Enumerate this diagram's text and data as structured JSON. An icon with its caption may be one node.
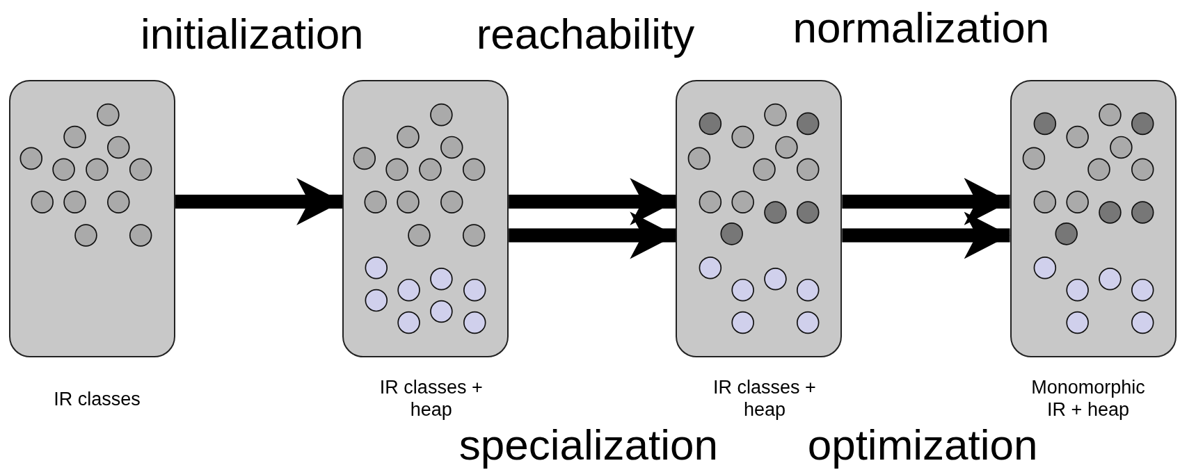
{
  "diagram": {
    "nodes": [
      {
        "text": [],
        "shape": "box",
        "beside": [
          "IR classes"
        ]
      },
      {
        "text": [],
        "shape": "box",
        "beside": [
          "IR classes + heap"
        ]
      },
      {
        "text": [],
        "shape": "box",
        "beside": [
          "IR classes + heap"
        ]
      },
      {
        "text": [],
        "shape": "box",
        "beside": [
          "Monomorphic IR + heap"
        ]
      }
    ],
    "edges": [
      {
        "from": 0,
        "to": 1,
        "arrow": "to",
        "label": "initialization"
      },
      {
        "from": 1,
        "to": 2,
        "arrow": "to",
        "label": "reachability"
      },
      {
        "from": 1,
        "to": 2,
        "arrow": "to",
        "label": "specialization"
      },
      {
        "from": 2,
        "to": 3,
        "arrow": "to",
        "label": "normalization"
      },
      {
        "from": 2,
        "to": 3,
        "arrow": "to",
        "label": "optimization"
      }
    ]
  }
}
